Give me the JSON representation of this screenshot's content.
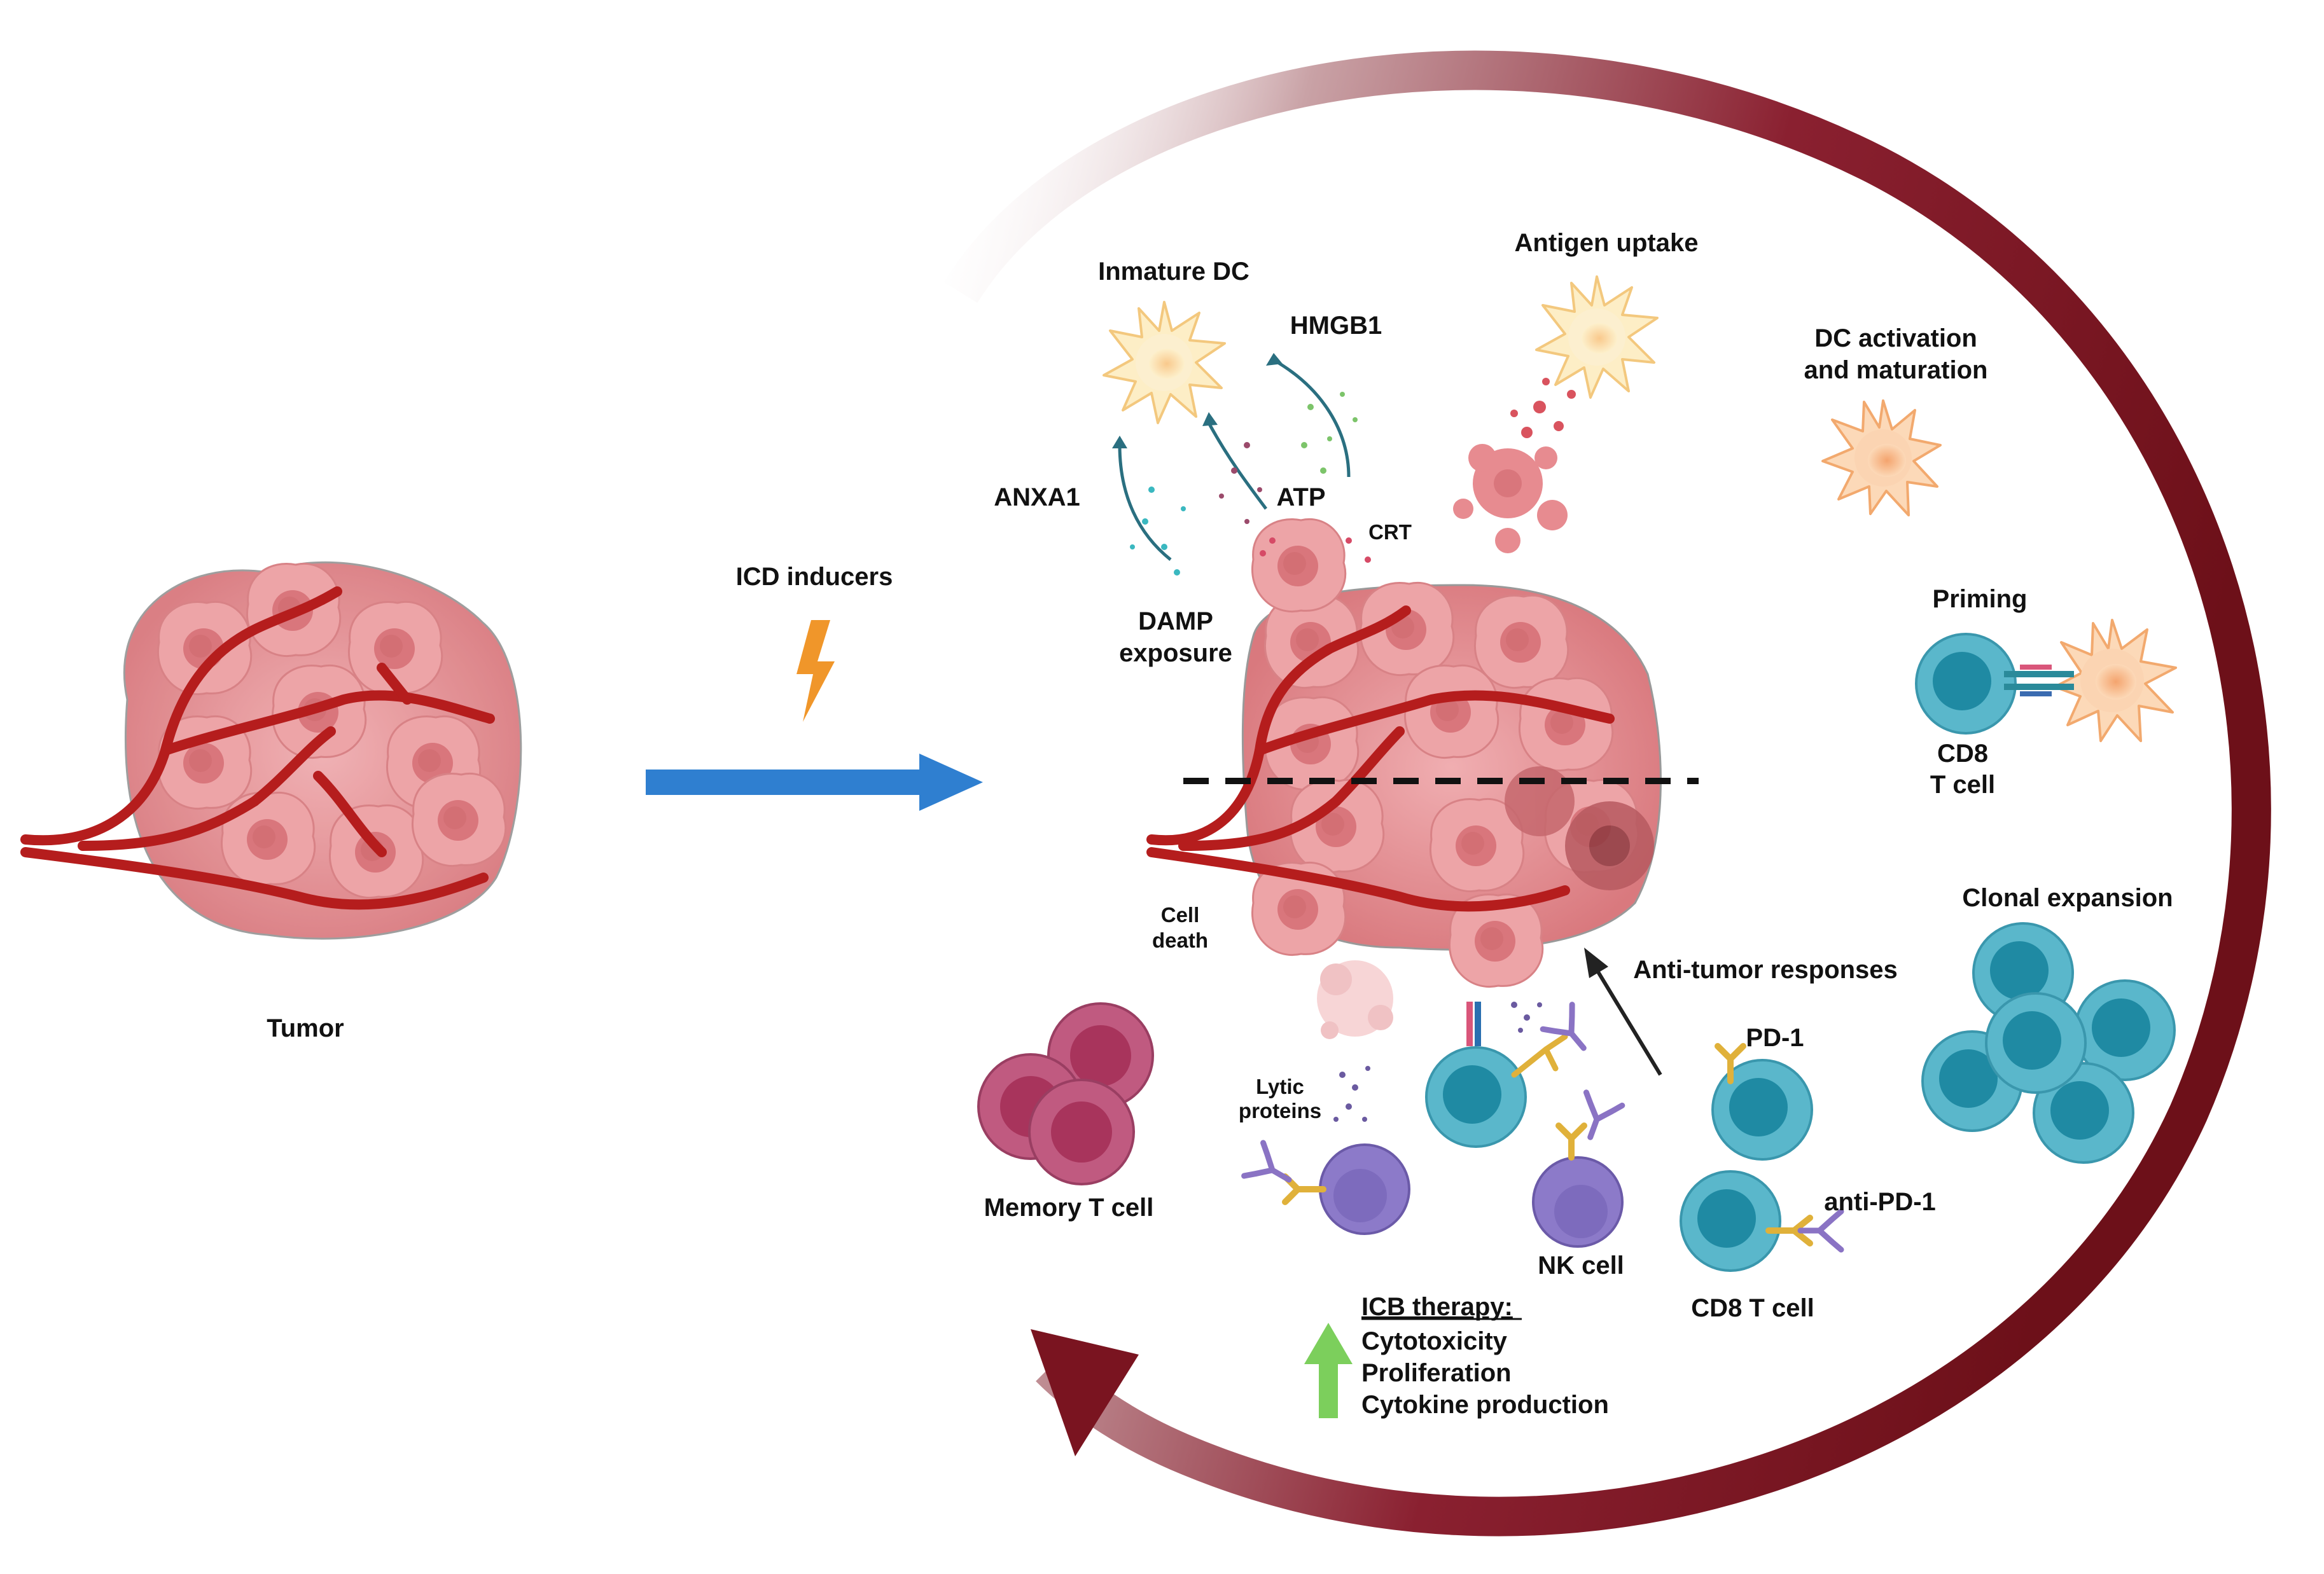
{
  "labels": {
    "tumor": "Tumor",
    "icd_inducers": "ICD inducers",
    "inmature_dc": "Inmature DC",
    "hmgb1": "HMGB1",
    "antigen_uptake": "Antigen uptake",
    "dc_activation_line1": "DC activation",
    "dc_activation_line2": "and maturation",
    "anxa1": "ANXA1",
    "atp": "ATP",
    "crt": "CRT",
    "damp_line1": "DAMP",
    "damp_line2": "exposure",
    "priming": "Priming",
    "cd8_tcell_priming_line1": "CD8",
    "cd8_tcell_priming_line2": "T cell",
    "clonal_expansion": "Clonal expansion",
    "cell_death_line1": "Cell",
    "cell_death_line2": "death",
    "anti_tumor_responses": "Anti-tumor responses",
    "pd1": "PD-1",
    "lytic_line1": "Lytic",
    "lytic_line2": "proteins",
    "memory_tcell": "Memory T cell",
    "nk_cell": "NK cell",
    "anti_pd1": "anti-PD-1",
    "cd8_tcell": "CD8 T cell",
    "icb_therapy": "ICB therapy:",
    "cytotoxicity": "Cytotoxicity",
    "proliferation": "Proliferation",
    "cytokine_production": "Cytokine production"
  },
  "colors": {
    "cycle_arrow": "#7a1420",
    "inducer_arrow": "#2f7fd0",
    "lightning": "#f0962a",
    "vessel": "#b51d1d",
    "tumor_cell": "#eda0a3",
    "tumor_nucleus": "#d9767c",
    "dc_cell": "#fbe6b8",
    "t_cell": "#4fb0c6",
    "t_nucleus": "#1d8aa3",
    "nk_cell": "#8c7ac9",
    "memory_cell": "#b84a6e",
    "up_arrow": "#7ccf5c"
  }
}
